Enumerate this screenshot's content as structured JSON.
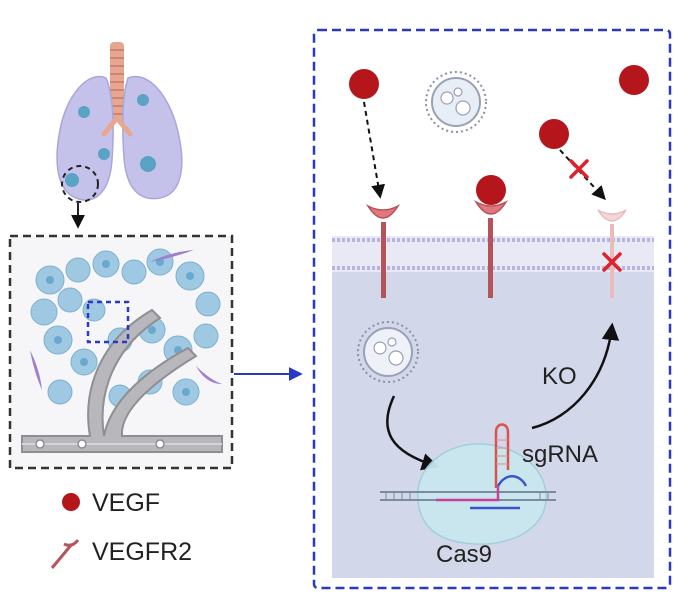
{
  "labels": {
    "ko": "KO",
    "sgrna": "sgRNA",
    "cas9": "Cas9"
  },
  "legend": {
    "vegf": "VEGF",
    "vegfr2": "VEGFR2"
  },
  "colors": {
    "vegf": "#b5161b",
    "receptor": "#b5535a",
    "receptor_cup": "#e2777c",
    "receptor_ko": "#e9bcbc",
    "knockout_x": "#e0202a",
    "frame_blue": "#2a39c2",
    "frame_black": "#333333",
    "cell_membrane": "#d2d3ee",
    "cytoplasm": "#d3d7ea",
    "lung": "#c2c2ea",
    "tumor": "#5aa3c4",
    "vessel": "#9a9a9e"
  },
  "icons": [
    "lung-icon",
    "tumor-tissue-icon",
    "vegf-molecule-icon",
    "vegfr2-receptor-icon",
    "nanoparticle-icon",
    "cas9-complex-icon",
    "dna-icon",
    "knockout-x-icon"
  ]
}
